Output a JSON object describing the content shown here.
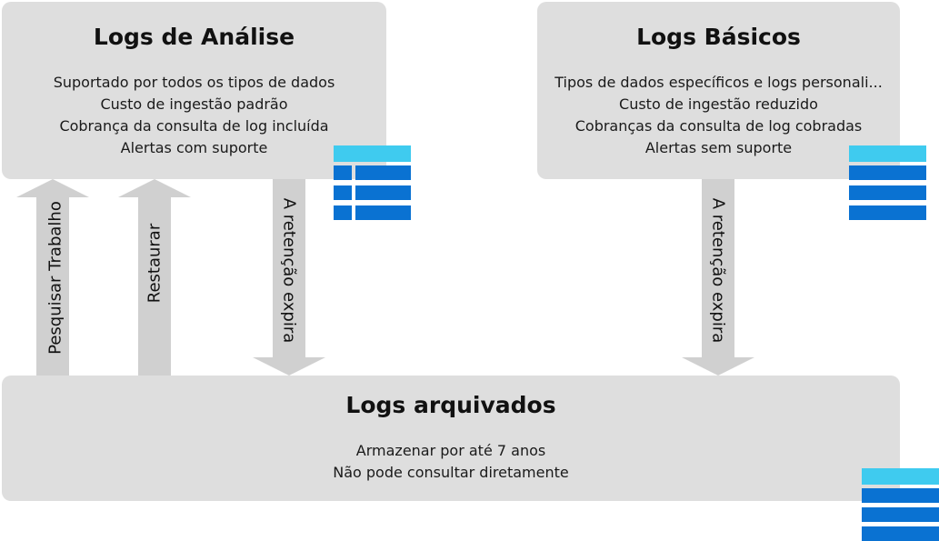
{
  "analytics": {
    "title": "Logs de Análise",
    "lines": [
      "Suportado por todos os tipos de dados",
      "Custo de ingestão padrão",
      "Cobrança da consulta de log incluída",
      "Alertas com suporte"
    ]
  },
  "basic": {
    "title": "Logs Básicos",
    "lines": [
      "Tipos de dados específicos e logs personali...",
      "Custo de ingestão reduzido",
      "Cobranças da consulta de log cobradas",
      "Alertas sem suporte"
    ]
  },
  "archived": {
    "title": "Logs arquivados",
    "lines": [
      "Armazenar por até 7 anos",
      "Não pode consultar diretamente"
    ]
  },
  "arrows": {
    "search_job": "Pesquisar Trabalho",
    "restore": "Restaurar",
    "retention_expires_analytics": "A retenção expira",
    "retention_expires_basic": "A retenção expira"
  },
  "colors": {
    "box": "#dedede",
    "arrow": "#d0d0d0",
    "table_header": "#3fcbef",
    "table_body": "#0a72d2"
  },
  "icons": [
    "table-icon",
    "table-icon",
    "table-icon"
  ]
}
